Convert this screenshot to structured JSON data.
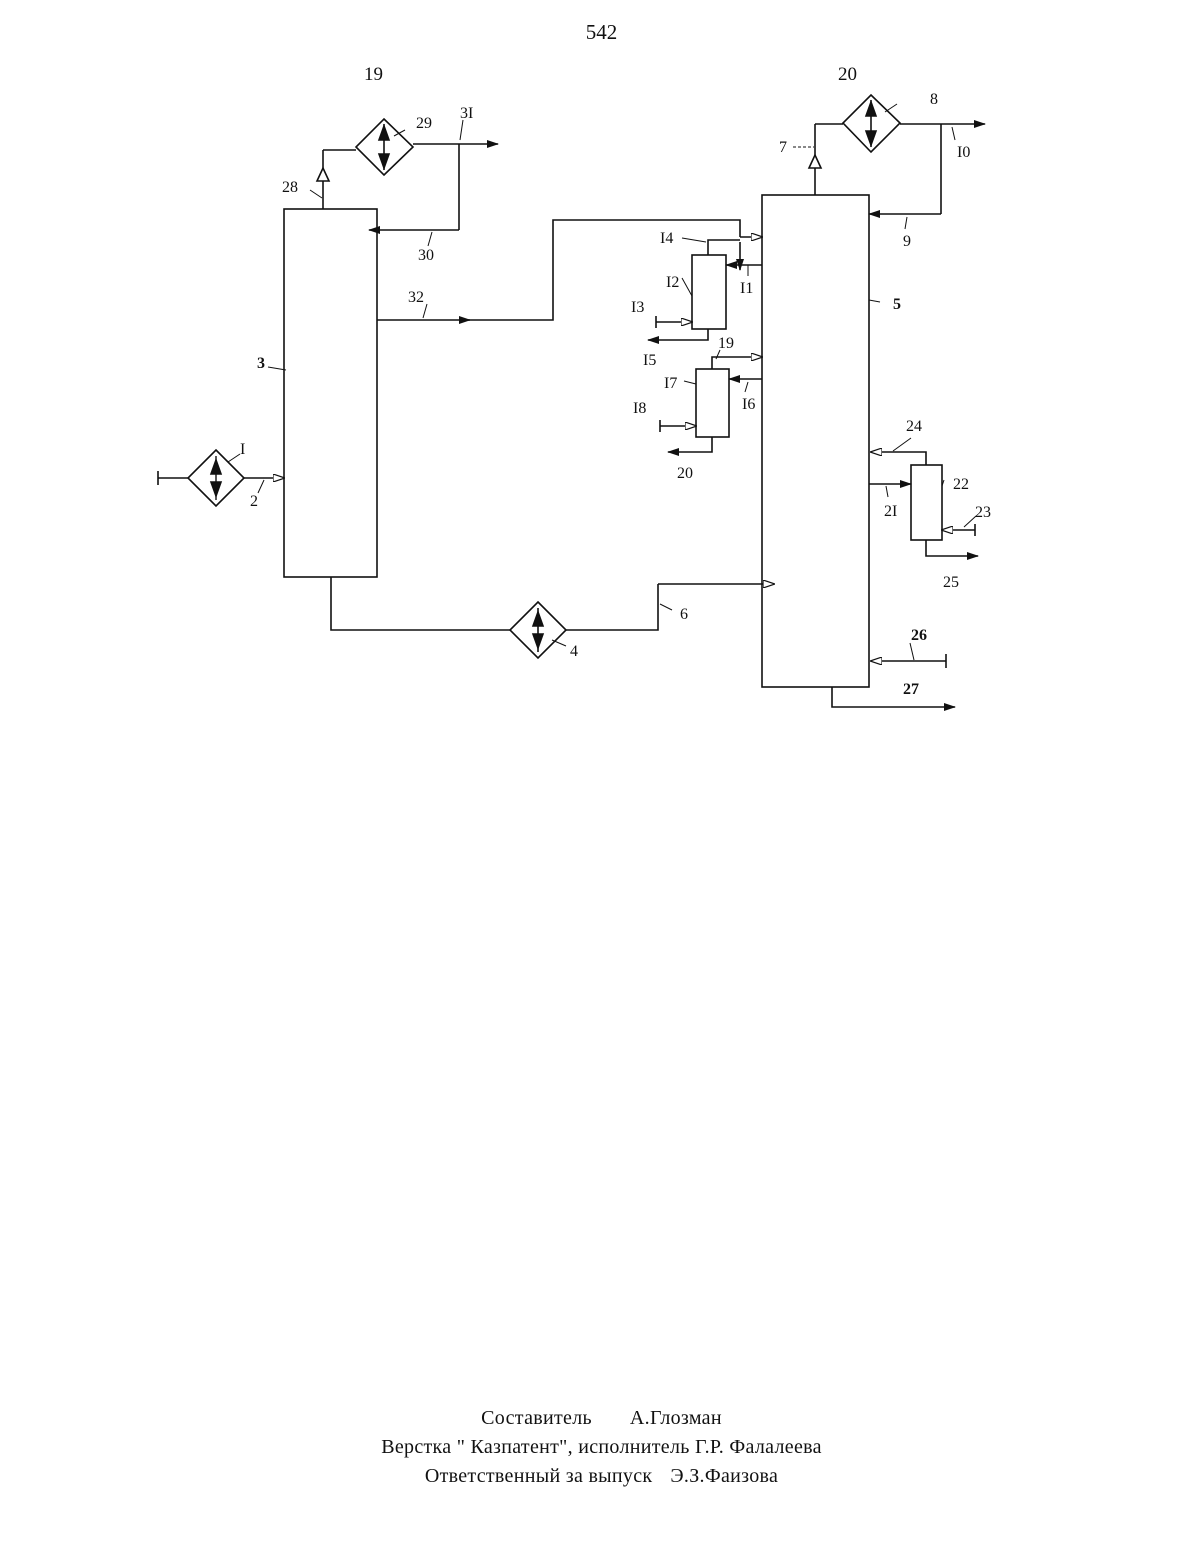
{
  "page": {
    "number": "542"
  },
  "diagram": {
    "labels": {
      "L19top": "19",
      "L20top": "20",
      "L1": "I",
      "L2": "2",
      "L3": "3",
      "L4": "4",
      "L5": "5",
      "L6": "6",
      "L7": "7",
      "L8": "8",
      "L9": "9",
      "L10": "I0",
      "L11": "I1",
      "L12": "I2",
      "L13": "I3",
      "L14": "I4",
      "L15": "I5",
      "L16": "I6",
      "L17": "I7",
      "L18": "I8",
      "L19": "19",
      "L20": "20",
      "L21": "2I",
      "L22": "22",
      "L23": "23",
      "L24": "24",
      "L25": "25",
      "L26": "26",
      "L27": "27",
      "L28": "28",
      "L29": "29",
      "L30": "30",
      "L31": "3I",
      "L32": "32"
    }
  },
  "footer": {
    "compiler_label": "Составитель",
    "compiler_name": "А.Глозман",
    "layout_line": "Верстка \" Казпатент\", исполнитель Г.Р. Фалалеева",
    "responsible_label": "Ответственный за выпуск",
    "responsible_name": "Э.З.Фаизова"
  }
}
